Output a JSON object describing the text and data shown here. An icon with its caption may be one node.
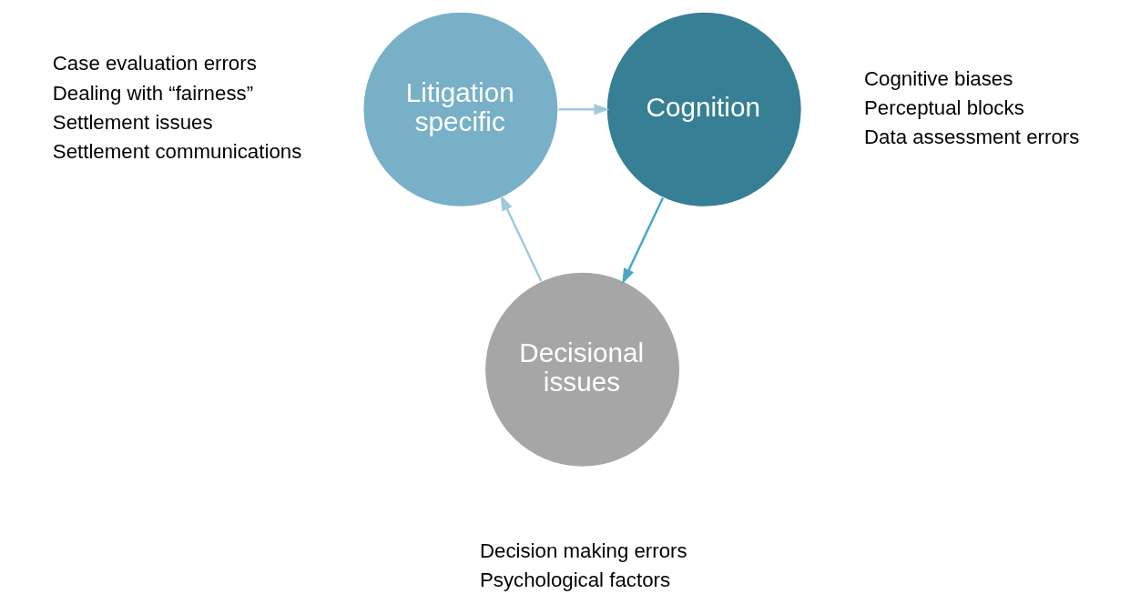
{
  "diagram": {
    "nodes": [
      {
        "text": [
          "Litigation specific"
        ],
        "beside": [
          "Case evaluation errors",
          "Dealing with “fairness”",
          "Settlement issues",
          "Settlement communications"
        ]
      },
      {
        "text": [
          "Cognition"
        ],
        "beside": [
          "Cognitive biases",
          "Perceptual blocks",
          "Data assessment errors"
        ]
      },
      {
        "text": [
          "Decisional issues"
        ],
        "beside": [
          "Decision making errors",
          "Psychological factors"
        ]
      }
    ],
    "edges": [
      {
        "from": 0,
        "to": 1,
        "arrow": "to"
      },
      {
        "from": 1,
        "to": 2,
        "arrow": "to",
        "color": "#4ba7c4"
      },
      {
        "from": 2,
        "to": 0,
        "arrow": "to"
      }
    ]
  }
}
